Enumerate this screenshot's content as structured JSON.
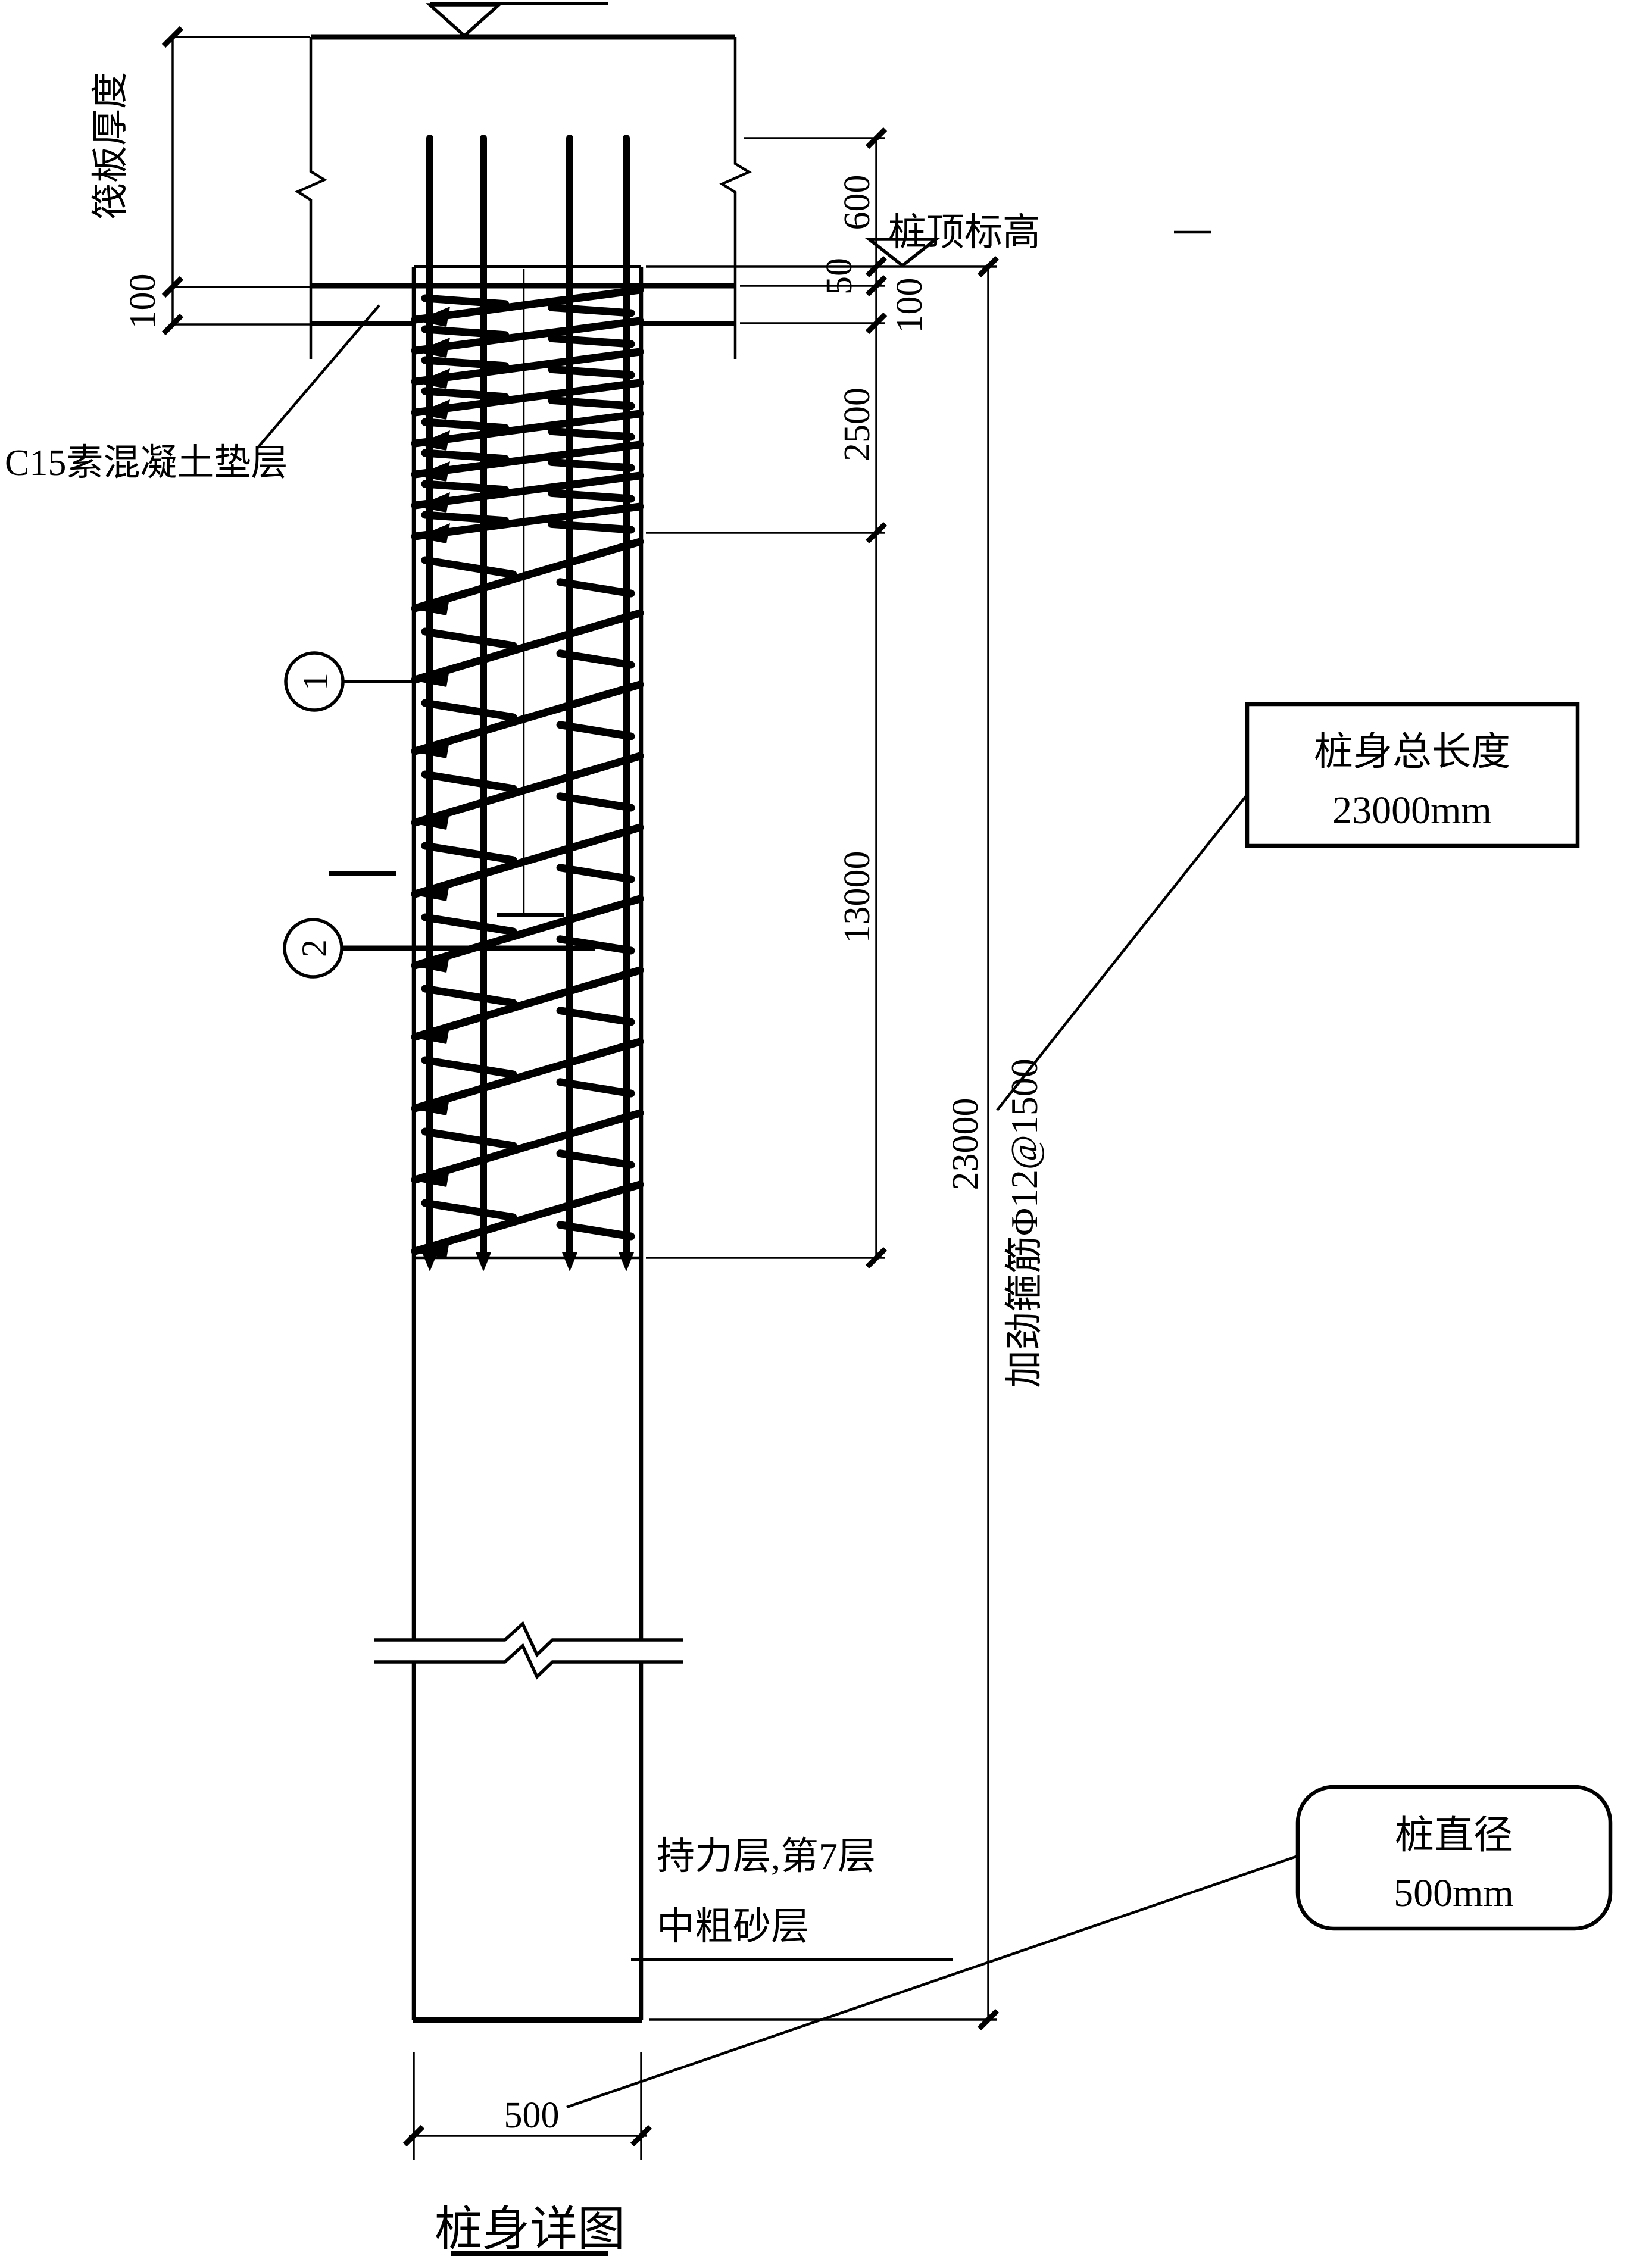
{
  "page": {
    "background": "#ffffff",
    "line_color": "#000000"
  },
  "labels": {
    "raft_thickness": "筏板厚度",
    "cushion_thickness_left": "100",
    "cushion_note": "C15素混凝土垫层",
    "pile_top_elevation": "桩顶标高",
    "anchorage_length": "600",
    "pile_embedment": "50",
    "cushion_thickness_right": "100",
    "dense_stirrup_zone": "2500",
    "stirrup_zone": "13000",
    "pile_total_length": "23000",
    "stirrup_note": "加劲箍筋Φ12@1500",
    "bearing_layer_line1": "持力层,第7层",
    "bearing_layer_line2": "中粗砂层",
    "pile_width": "500",
    "section_1": "1",
    "section_2": "2",
    "title": "桩身详图"
  },
  "callouts": {
    "total_length_box": {
      "line1": "桩身总长度",
      "line2": "23000mm"
    },
    "diameter_box": {
      "line1": "桩直径",
      "line2": "500mm"
    }
  }
}
